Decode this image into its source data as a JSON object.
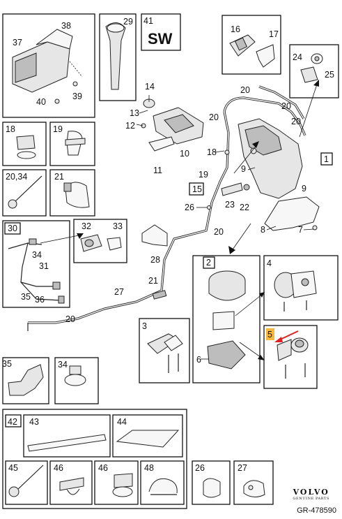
{
  "labels": {
    "n1": "1",
    "n2": "2",
    "n3": "3",
    "n4": "4",
    "n5": "5",
    "n6": "6",
    "n7": "7",
    "n8": "8",
    "n9a": "9",
    "n9b": "9",
    "n10": "10",
    "n11": "11",
    "n12": "12",
    "n13": "13",
    "n14": "14",
    "n15": "15",
    "n16": "16",
    "n17": "17",
    "n18a": "18",
    "n18b": "18",
    "n19a": "19",
    "n19b": "19",
    "n20a": "20",
    "n20b": "20",
    "n20c": "20",
    "n20d": "20",
    "n20e": "20",
    "n20f": "20",
    "n2034": "20,34",
    "n21a": "21",
    "n21b": "21",
    "n22": "22",
    "n23": "23",
    "n24": "24",
    "n25": "25",
    "n26a": "26",
    "n26b": "26",
    "n27a": "27",
    "n27b": "27",
    "n28": "28",
    "n29": "29",
    "n30": "30",
    "n31": "31",
    "n32": "32",
    "n33": "33",
    "n34a": "34",
    "n34b": "34",
    "n35a": "35",
    "n35b": "35",
    "n36": "36",
    "n37": "37",
    "n38": "38",
    "n39": "39",
    "n40": "40",
    "n41": "41",
    "n42": "42",
    "n43": "43",
    "n44": "44",
    "n45": "45",
    "n46a": "46",
    "n46b": "46",
    "n48": "48"
  },
  "sw_label": "SW",
  "brand": {
    "name": "VOLVO",
    "subtitle": "GENUINE PARTS",
    "ref": "GR-478590"
  },
  "highlight_color": "#f6b93b",
  "pointer_color": "#e02020"
}
